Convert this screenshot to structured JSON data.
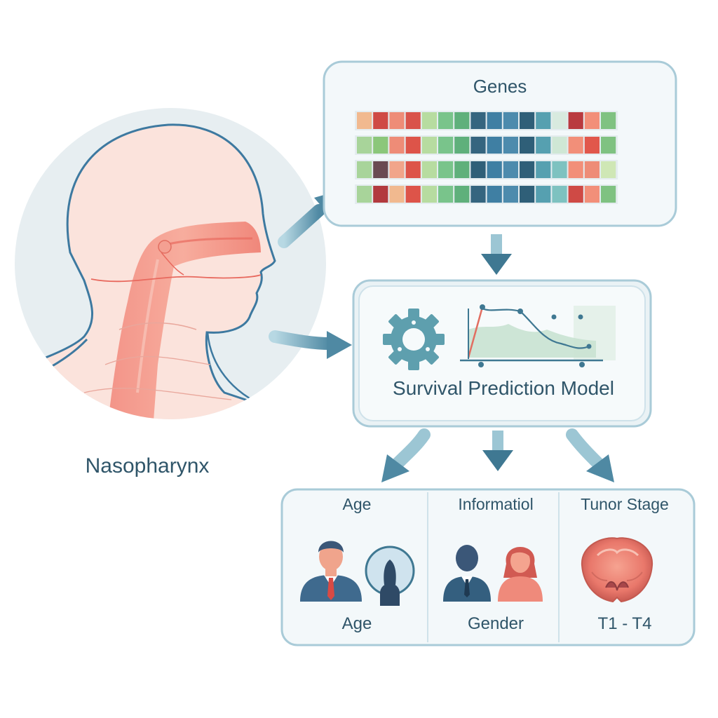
{
  "anatomy": {
    "label": "Nasopharynx"
  },
  "genes": {
    "title": "Genes",
    "rows": [
      [
        "#f1b98f",
        "#cf4a45",
        "#ee8c77",
        "#d9534a",
        "#b7dca0",
        "#79c48b",
        "#5fb07b",
        "#35657f",
        "#3f7fa3",
        "#4d8bad",
        "#2f5f78",
        "#56a0b0",
        "#d8eadf",
        "#b93a3f",
        "#f28f79",
        "#7fc281"
      ],
      [
        "#a8d49a",
        "#8bc77a",
        "#ee8c77",
        "#dd5449",
        "#b7dca0",
        "#79c48b",
        "#5fb07b",
        "#35657f",
        "#3f7fa3",
        "#4d8bad",
        "#2f5f78",
        "#56a0b0",
        "#cfe7d5",
        "#f28f79",
        "#e1574b",
        "#7fc281"
      ],
      [
        "#a8d49a",
        "#6a4a52",
        "#f1a58a",
        "#dd5449",
        "#b7dca0",
        "#79c48b",
        "#5fb07b",
        "#2f5f78",
        "#3f7fa3",
        "#4d8bad",
        "#2f5f78",
        "#56a0b0",
        "#7ec2c0",
        "#f28f79",
        "#ee8c77",
        "#cfe7b5"
      ],
      [
        "#a8d49a",
        "#b23a3e",
        "#f1b98f",
        "#dd5449",
        "#b7dca0",
        "#79c48b",
        "#5fb07b",
        "#35657f",
        "#3f7fa3",
        "#4d8bad",
        "#2f5f78",
        "#56a0b0",
        "#7ec2c0",
        "#cf4a45",
        "#f28f79",
        "#7fc281"
      ]
    ]
  },
  "model": {
    "title": "Survival Prediction Model"
  },
  "panels": [
    {
      "top": "Age",
      "bottom": "Age"
    },
    {
      "top": "Informatiol",
      "bottom": "Gender"
    },
    {
      "top": "Tunor Stage",
      "bottom": "T1 - T4"
    }
  ],
  "colors": {
    "outline": "#a9cbd8",
    "arrow_dark": "#3f7892",
    "arrow_light": "#9cc6d4",
    "text": "#2f5569"
  }
}
